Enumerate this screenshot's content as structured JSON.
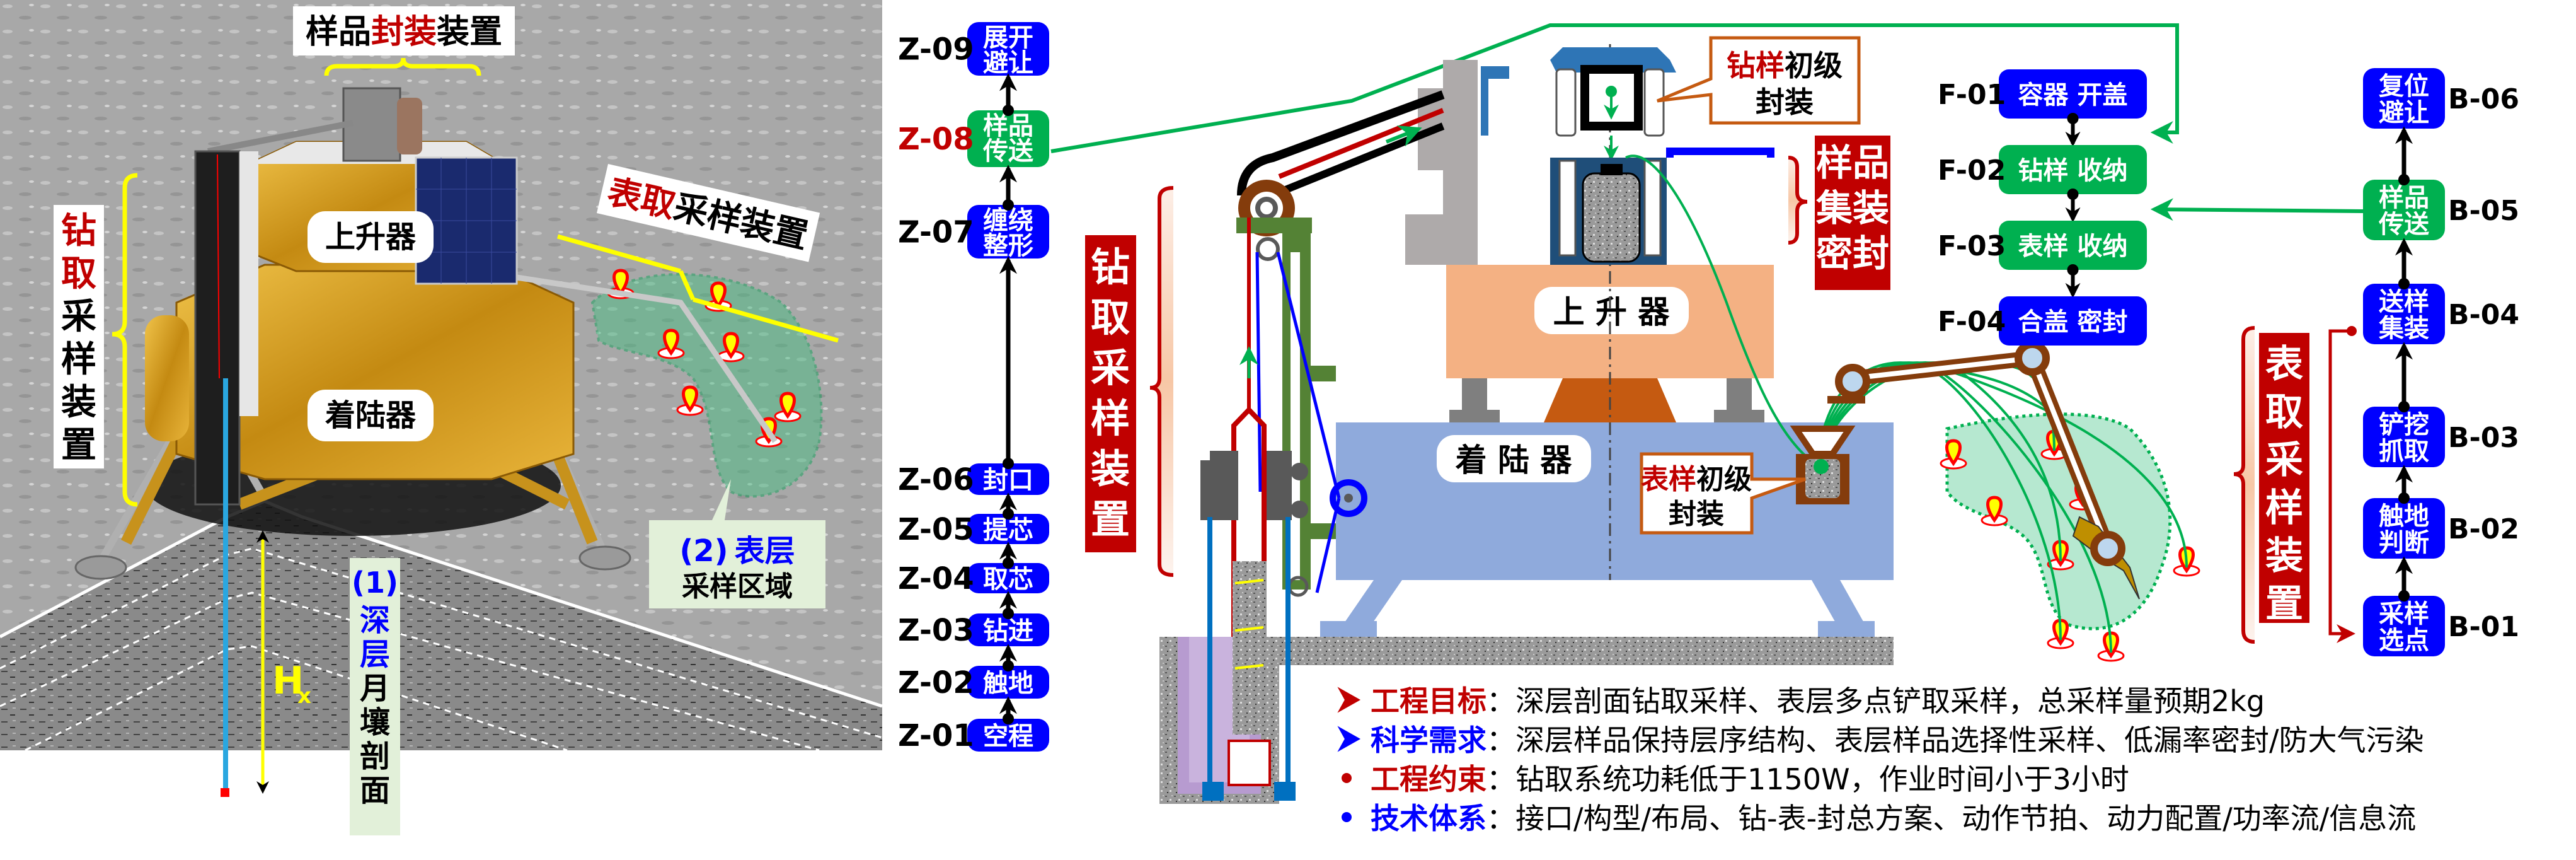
{
  "colors": {
    "step_blue": "#0000FF",
    "step_green": "#00B050",
    "banner_red": "#C00000",
    "accent_red": "#C00000",
    "accent_blue": "#0000FF",
    "highlight_yellow": "#FFFF00",
    "ascender_fill": "#F4B183",
    "lander_fill": "#8FAADC",
    "surface_zone": "#B6E8D0",
    "arm_brown": "#843C0C",
    "callout_border": "#C55A11"
  },
  "photo": {
    "label_packaging": {
      "pre": "样品",
      "hl": "封装",
      "post": "装置"
    },
    "label_drill": {
      "hl": [
        "钻",
        "取"
      ],
      "rest": [
        "采",
        "样",
        "装",
        "置"
      ]
    },
    "label_surface": {
      "hl": "表取",
      "post": "采样装置"
    },
    "label_ascender": "上升器",
    "label_lander": "着陆器",
    "label_deep": {
      "num": "(1)",
      "hl": [
        "深",
        "层"
      ],
      "rest": [
        "月",
        "壤",
        "剖",
        "面"
      ]
    },
    "label_surface_zone": {
      "num": "(2)",
      "hl": "表层",
      "line2": "采样区域"
    },
    "label_depth": "H",
    "label_depth_sub": "x"
  },
  "drill_steps": [
    {
      "id": "Z-09",
      "label": [
        "展开",
        "避让"
      ],
      "type": "blue"
    },
    {
      "id": "Z-08",
      "label": [
        "样品",
        "传送"
      ],
      "type": "green",
      "id_highlight": true
    },
    {
      "id": "Z-07",
      "label": [
        "缠绕",
        "整形"
      ],
      "type": "blue"
    },
    {
      "id": "Z-06",
      "label": [
        "封口"
      ],
      "type": "blue"
    },
    {
      "id": "Z-05",
      "label": [
        "提芯"
      ],
      "type": "blue"
    },
    {
      "id": "Z-04",
      "label": [
        "取芯"
      ],
      "type": "blue"
    },
    {
      "id": "Z-03",
      "label": [
        "钻进"
      ],
      "type": "blue"
    },
    {
      "id": "Z-02",
      "label": [
        "触地"
      ],
      "type": "blue"
    },
    {
      "id": "Z-01",
      "label": [
        "空程"
      ],
      "type": "blue"
    }
  ],
  "drill_banner": [
    "钻",
    "取",
    "采",
    "样",
    "装",
    "置"
  ],
  "packaging_steps": [
    {
      "id": "F-01",
      "label": "容器 开盖",
      "type": "blue"
    },
    {
      "id": "F-02",
      "label": "钻样 收纳",
      "type": "green"
    },
    {
      "id": "F-03",
      "label": "表样 收纳",
      "type": "green"
    },
    {
      "id": "F-04",
      "label": "合盖 密封",
      "type": "blue"
    }
  ],
  "packaging_banner": [
    "样品",
    "集装",
    "密封"
  ],
  "surface_steps": [
    {
      "id": "B-06",
      "label": [
        "复位",
        "避让"
      ],
      "type": "blue"
    },
    {
      "id": "B-05",
      "label": [
        "样品",
        "传送"
      ],
      "type": "green"
    },
    {
      "id": "B-04",
      "label": [
        "送样",
        "集装"
      ],
      "type": "blue"
    },
    {
      "id": "B-03",
      "label": [
        "铲挖",
        "抓取"
      ],
      "type": "blue"
    },
    {
      "id": "B-02",
      "label": [
        "触地",
        "判断"
      ],
      "type": "blue"
    },
    {
      "id": "B-01",
      "label": [
        "采样",
        "选点"
      ],
      "type": "blue"
    }
  ],
  "surface_banner": [
    "表",
    "取",
    "采",
    "样",
    "装",
    "置"
  ],
  "diagram": {
    "ascender_label": "上 升 器",
    "lander_label": "着 陆 器",
    "drill_seal_callout": {
      "hl": "钻样",
      "post": "初级",
      "line2": "封装"
    },
    "surface_seal_callout": {
      "hl": "表样",
      "post": "初级",
      "line2": "封装"
    }
  },
  "requirements": [
    {
      "marker": "arrow",
      "color": "red",
      "key": "工程目标",
      "value": "：深层剖面钻取采样、表层多点铲取采样，总采样量预期2kg"
    },
    {
      "marker": "arrow",
      "color": "blue",
      "key": "科学需求",
      "value": "：深层样品保持层序结构、表层样品选择性采样、低漏率密封/防大气污染"
    },
    {
      "marker": "dot",
      "color": "red",
      "key": "工程约束",
      "value": "：钻取系统功耗低于1150W，作业时间小于3小时"
    },
    {
      "marker": "dot",
      "color": "blue",
      "key": "技术体系",
      "value": "：接口/构型/布局、钻-表-封总方案、动作节拍、动力配置/功率流/信息流"
    }
  ]
}
